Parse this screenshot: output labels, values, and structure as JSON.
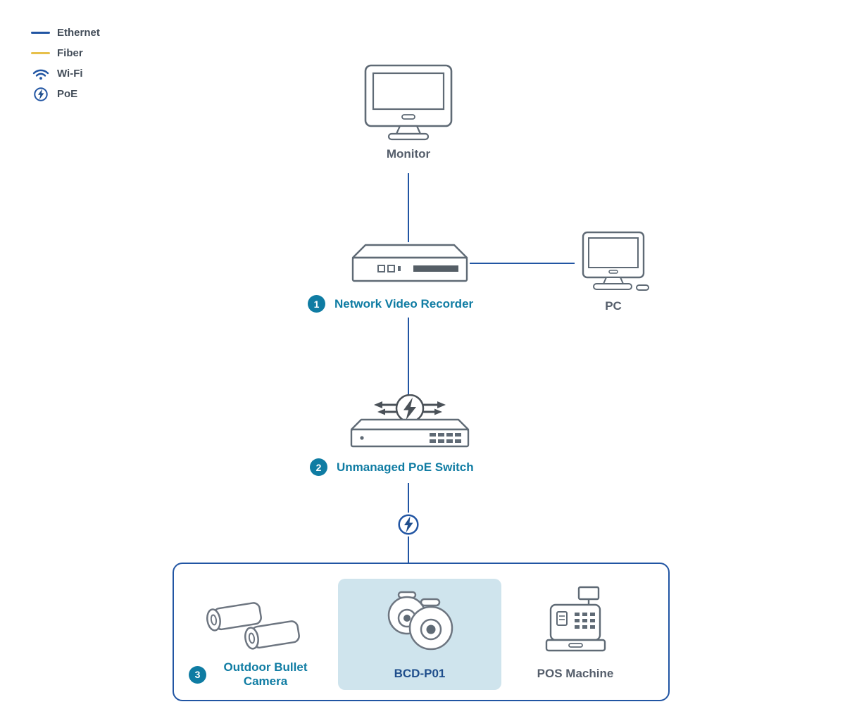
{
  "legend": {
    "items": [
      {
        "label": "Ethernet",
        "icon": "ethernet-line"
      },
      {
        "label": "Fiber",
        "icon": "fiber-line"
      },
      {
        "label": "Wi-Fi",
        "icon": "wifi-icon"
      },
      {
        "label": "PoE",
        "icon": "poe-icon"
      }
    ]
  },
  "nodes": {
    "monitor": {
      "label": "Monitor"
    },
    "nvr": {
      "badge": "1",
      "label": "Network Video Recorder"
    },
    "pc": {
      "label": "PC"
    },
    "poe_switch": {
      "badge": "2",
      "label": "Unmanaged PoE Switch"
    },
    "bullet_camera": {
      "badge": "3",
      "label": "Outdoor Bullet Camera"
    },
    "dome_camera": {
      "label": "BCD-P01"
    },
    "pos_machine": {
      "label": "POS Machine"
    }
  },
  "colors": {
    "ethernet": "#2155a3",
    "fiber": "#e7c04b",
    "teal": "#0f7ca3",
    "navy": "#1f4e8c",
    "highlight_bg": "#cfe4ed",
    "group_border": "#2155a3",
    "label_gray": "#555e6b",
    "icon_stroke": "#5f6a75"
  }
}
